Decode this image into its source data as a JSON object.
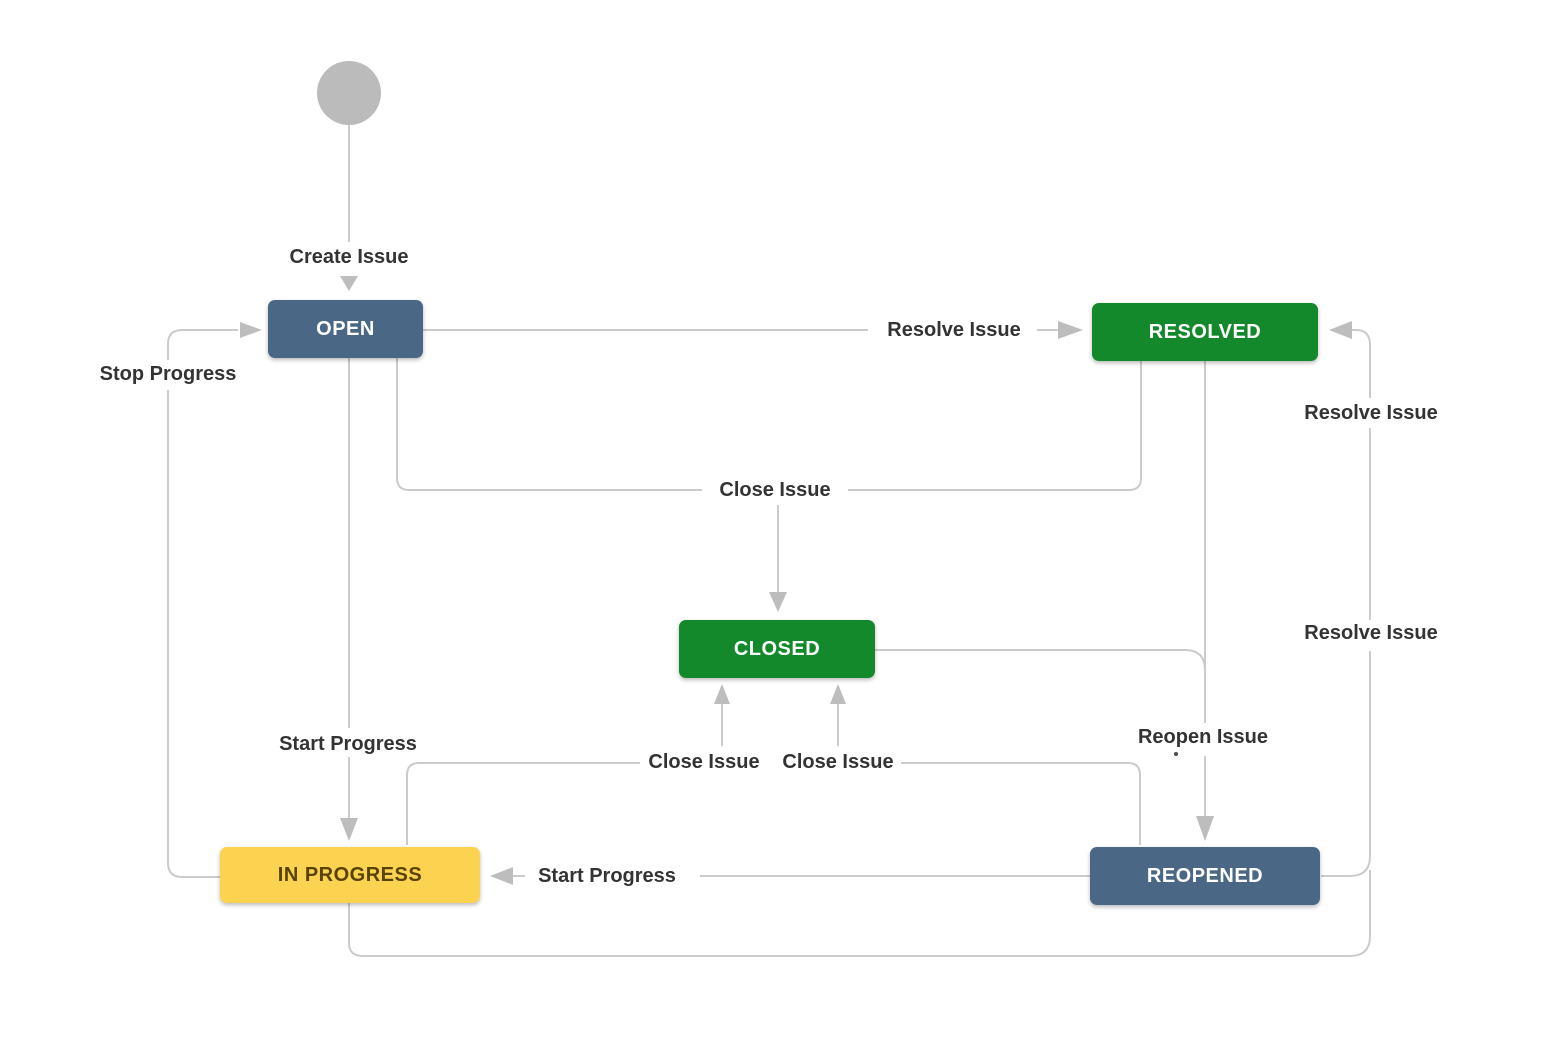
{
  "diagram": {
    "title": "Issue workflow state diagram",
    "colors": {
      "background": "#ffffff",
      "connector": "#cbcbcb",
      "arrowhead": "#bdbdbd",
      "start_node": "#bbbbbb",
      "status_blue": "#4a6785",
      "status_green": "#14892c",
      "status_yellow": "#fbd351",
      "status_yellow_text": "#594300",
      "label_text": "#333333"
    },
    "nodes": {
      "start": {
        "shape": "circle"
      },
      "open": {
        "label": "OPEN"
      },
      "resolved": {
        "label": "RESOLVED"
      },
      "closed": {
        "label": "CLOSED"
      },
      "in_progress": {
        "label": "IN PROGRESS"
      },
      "reopened": {
        "label": "REOPENED"
      }
    },
    "transition_labels": {
      "create_issue": "Create Issue",
      "resolve_issue_top": "Resolve Issue",
      "stop_progress": "Stop Progress",
      "close_issue_center": "Close Issue",
      "close_issue_bottom_left": "Close Issue",
      "close_issue_bottom_right": "Close Issue",
      "start_progress_from_open": "Start Progress",
      "start_progress_from_reopened": "Start Progress",
      "reopen_issue": "Reopen Issue",
      "resolve_issue_right_upper": "Resolve Issue",
      "resolve_issue_right_lower": "Resolve Issue"
    },
    "transitions": [
      {
        "label": "Create Issue",
        "from": "start",
        "to": "open"
      },
      {
        "label": "Resolve Issue",
        "from": "open",
        "to": "resolved"
      },
      {
        "label": "Close Issue",
        "from": "open",
        "to": "closed"
      },
      {
        "label": "Close Issue",
        "from": "resolved",
        "to": "closed"
      },
      {
        "label": "Start Progress",
        "from": "open",
        "to": "in_progress"
      },
      {
        "label": "Stop Progress",
        "from": "in_progress",
        "to": "open"
      },
      {
        "label": "Close Issue",
        "from": "in_progress",
        "to": "closed"
      },
      {
        "label": "Close Issue",
        "from": "reopened",
        "to": "closed"
      },
      {
        "label": "Reopen Issue",
        "from": "resolved",
        "to": "reopened"
      },
      {
        "label": "Reopen Issue",
        "from": "closed",
        "to": "reopened"
      },
      {
        "label": "Start Progress",
        "from": "reopened",
        "to": "in_progress"
      },
      {
        "label": "Resolve Issue",
        "from": "in_progress",
        "to": "resolved"
      },
      {
        "label": "Resolve Issue",
        "from": "reopened",
        "to": "resolved"
      }
    ]
  }
}
